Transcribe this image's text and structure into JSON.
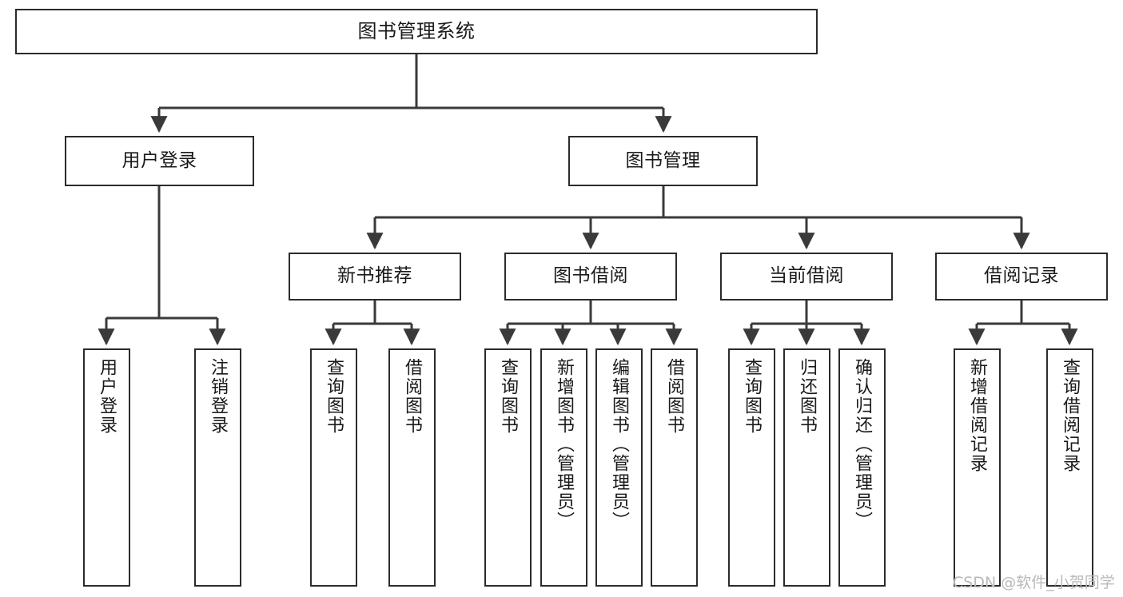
{
  "diagram": {
    "title": "图书管理系统",
    "type": "tree-hierarchy",
    "stroke_color": "#2b2b2b",
    "fill_color": "#ffffff",
    "text_color": "#1a1a1a"
  },
  "watermark": {
    "text": "CSDN @软件_小贺同学",
    "color": "#b9b9b9"
  },
  "nodes": {
    "root": {
      "label": "图书管理系统"
    },
    "level2": [
      {
        "label": "用户登录"
      },
      {
        "label": "图书管理"
      }
    ],
    "level3": [
      {
        "label": "新书推荐"
      },
      {
        "label": "图书借阅"
      },
      {
        "label": "当前借阅"
      },
      {
        "label": "借阅记录"
      }
    ],
    "leaves_user_login": [
      {
        "label": "用户登录"
      },
      {
        "label": "注销登录"
      }
    ],
    "leaves_new_book": [
      {
        "label": "查询图书"
      },
      {
        "label": "借阅图书"
      }
    ],
    "leaves_borrow": [
      {
        "label": "查询图书"
      },
      {
        "label": "新增图书（管理员）"
      },
      {
        "label": "编辑图书（管理员）"
      },
      {
        "label": "借阅图书"
      }
    ],
    "leaves_current": [
      {
        "label": "查询图书"
      },
      {
        "label": "归还图书"
      },
      {
        "label": "确认归还（管理员）"
      }
    ],
    "leaves_record": [
      {
        "label": "新增借阅记录"
      },
      {
        "label": "查询借阅记录"
      }
    ]
  }
}
